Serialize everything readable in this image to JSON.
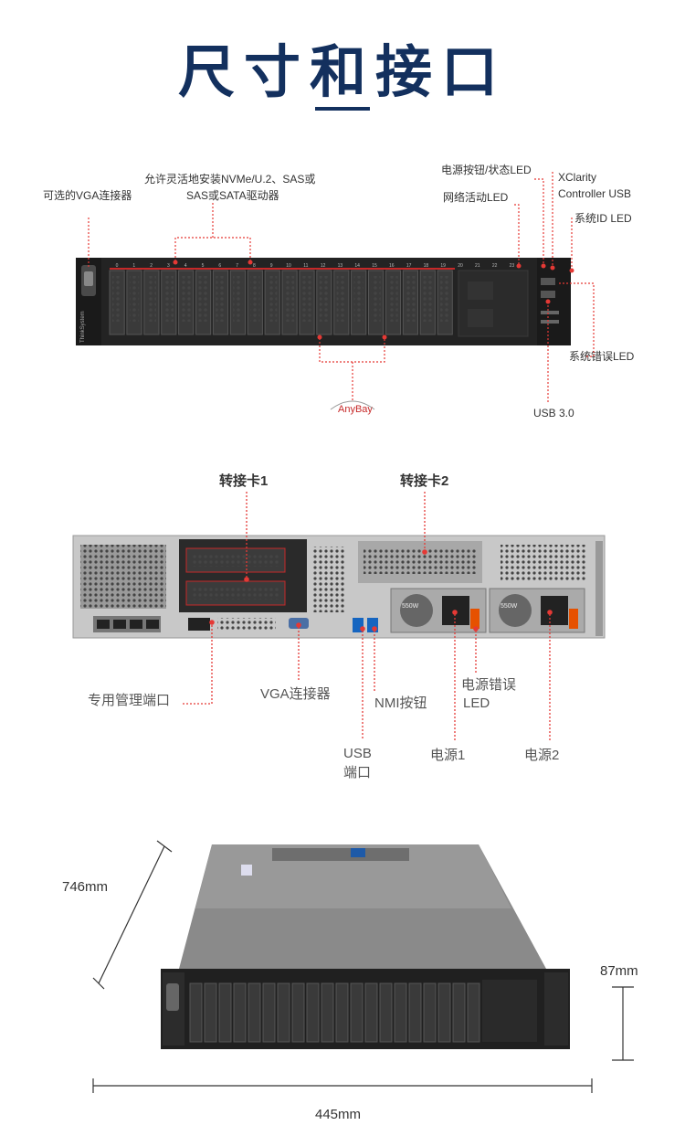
{
  "page": {
    "title": "尺寸和接口"
  },
  "front_panel": {
    "labels": {
      "vga": "可选的VGA连接器",
      "drives_line1": "允许灵活地安装NVMe/U.2、SAS或",
      "drives_line2": "SAS或SATA驱动器",
      "power_button": "电源按钮/状态LED",
      "network_led": "网络活动LED",
      "xclarity_line1": "XClarity",
      "xclarity_line2": "Controller USB",
      "system_id": "系统ID LED",
      "system_error": "系统错误LED",
      "usb3": "USB 3.0",
      "anybay": "AnyBay"
    },
    "bay_numbers": [
      "0",
      "1",
      "2",
      "3",
      "4",
      "5",
      "6",
      "7",
      "8",
      "9",
      "10",
      "11",
      "12",
      "13",
      "14",
      "15",
      "16",
      "17",
      "18",
      "19",
      "20",
      "21",
      "22",
      "23"
    ],
    "brand": "ThinkSystem"
  },
  "rear_panel": {
    "labels": {
      "riser1": "转接卡1",
      "riser2": "转接卡2",
      "mgmt_port": "专用管理端口",
      "vga": "VGA连接器",
      "nmi": "NMI按钮",
      "psu_error_line1": "电源错误",
      "psu_error_line2": "LED",
      "usb_line1": "USB",
      "usb_line2": "端口",
      "psu1": "电源1",
      "psu2": "电源2"
    },
    "psu_rating": "550W"
  },
  "dimensions": {
    "depth": "746mm",
    "height": "87mm",
    "width": "445mm"
  },
  "colors": {
    "title": "#13305e",
    "callout": "#e53935",
    "chassis": "#1e1e1e"
  }
}
